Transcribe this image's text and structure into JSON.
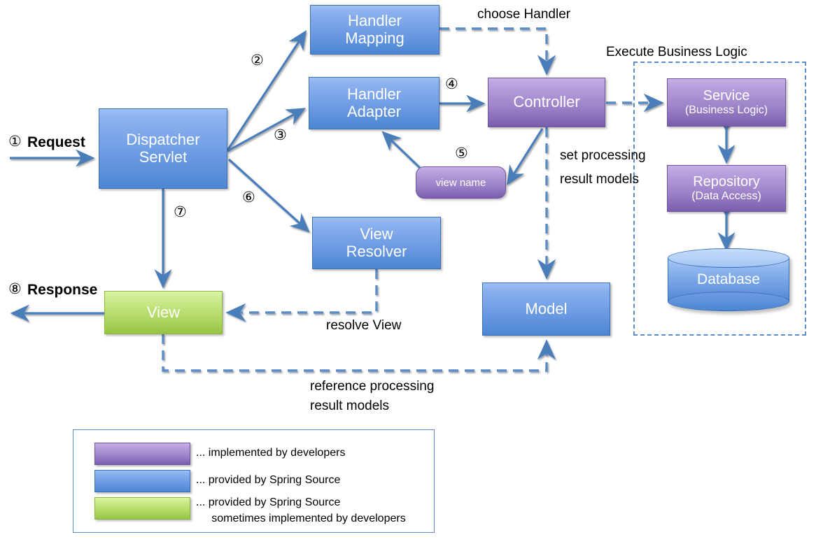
{
  "diagram": {
    "title_hidden": "Spring MVC request processing flow",
    "nodes": {
      "dispatcher_servlet": {
        "line1": "Dispatcher",
        "line2": "Servlet"
      },
      "handler_mapping": {
        "line1": "Handler",
        "line2": "Mapping"
      },
      "handler_adapter": {
        "line1": "Handler",
        "line2": "Adapter"
      },
      "controller": {
        "line1": "Controller"
      },
      "view_name": {
        "label": "view name"
      },
      "view_resolver": {
        "line1": "View",
        "line2": "Resolver"
      },
      "view": {
        "label": "View"
      },
      "model": {
        "label": "Model"
      },
      "service": {
        "line1": "Service",
        "line2": "(Business Logic)"
      },
      "repository": {
        "line1": "Repository",
        "line2": "(Data Access)"
      },
      "database": {
        "label": "Database"
      }
    },
    "steps": {
      "s1": "①",
      "s2": "②",
      "s3": "③",
      "s4": "④",
      "s5": "⑤",
      "s6": "⑥",
      "s7": "⑦",
      "s8": "⑧"
    },
    "labels": {
      "request": "Request",
      "response": "Response",
      "choose_handler": "choose Handler",
      "execute_business_logic": "Execute Business Logic",
      "set_processing_line1": "set processing",
      "set_processing_line2": "result models",
      "resolve_view": "resolve View",
      "reference_line1": "reference processing",
      "reference_line2": "result models"
    },
    "legend": {
      "items": [
        {
          "color": "purple",
          "text": "... implemented by developers"
        },
        {
          "color": "blue",
          "text": "... provided by Spring Source"
        },
        {
          "color": "green",
          "text": "... provided by Spring Source"
        },
        {
          "color": "green-cont",
          "text": "     sometimes implemented by developers"
        }
      ]
    },
    "colors": {
      "blue_top": "#9DC0F4",
      "blue_bottom": "#4C86D2",
      "purple_top": "#C6B0E6",
      "purple_bottom": "#7A5EAC",
      "green_top": "#DCF3A4",
      "green_bottom": "#97C544",
      "connector": "#4A7EBB",
      "dashed": "#5B8CC8"
    }
  }
}
